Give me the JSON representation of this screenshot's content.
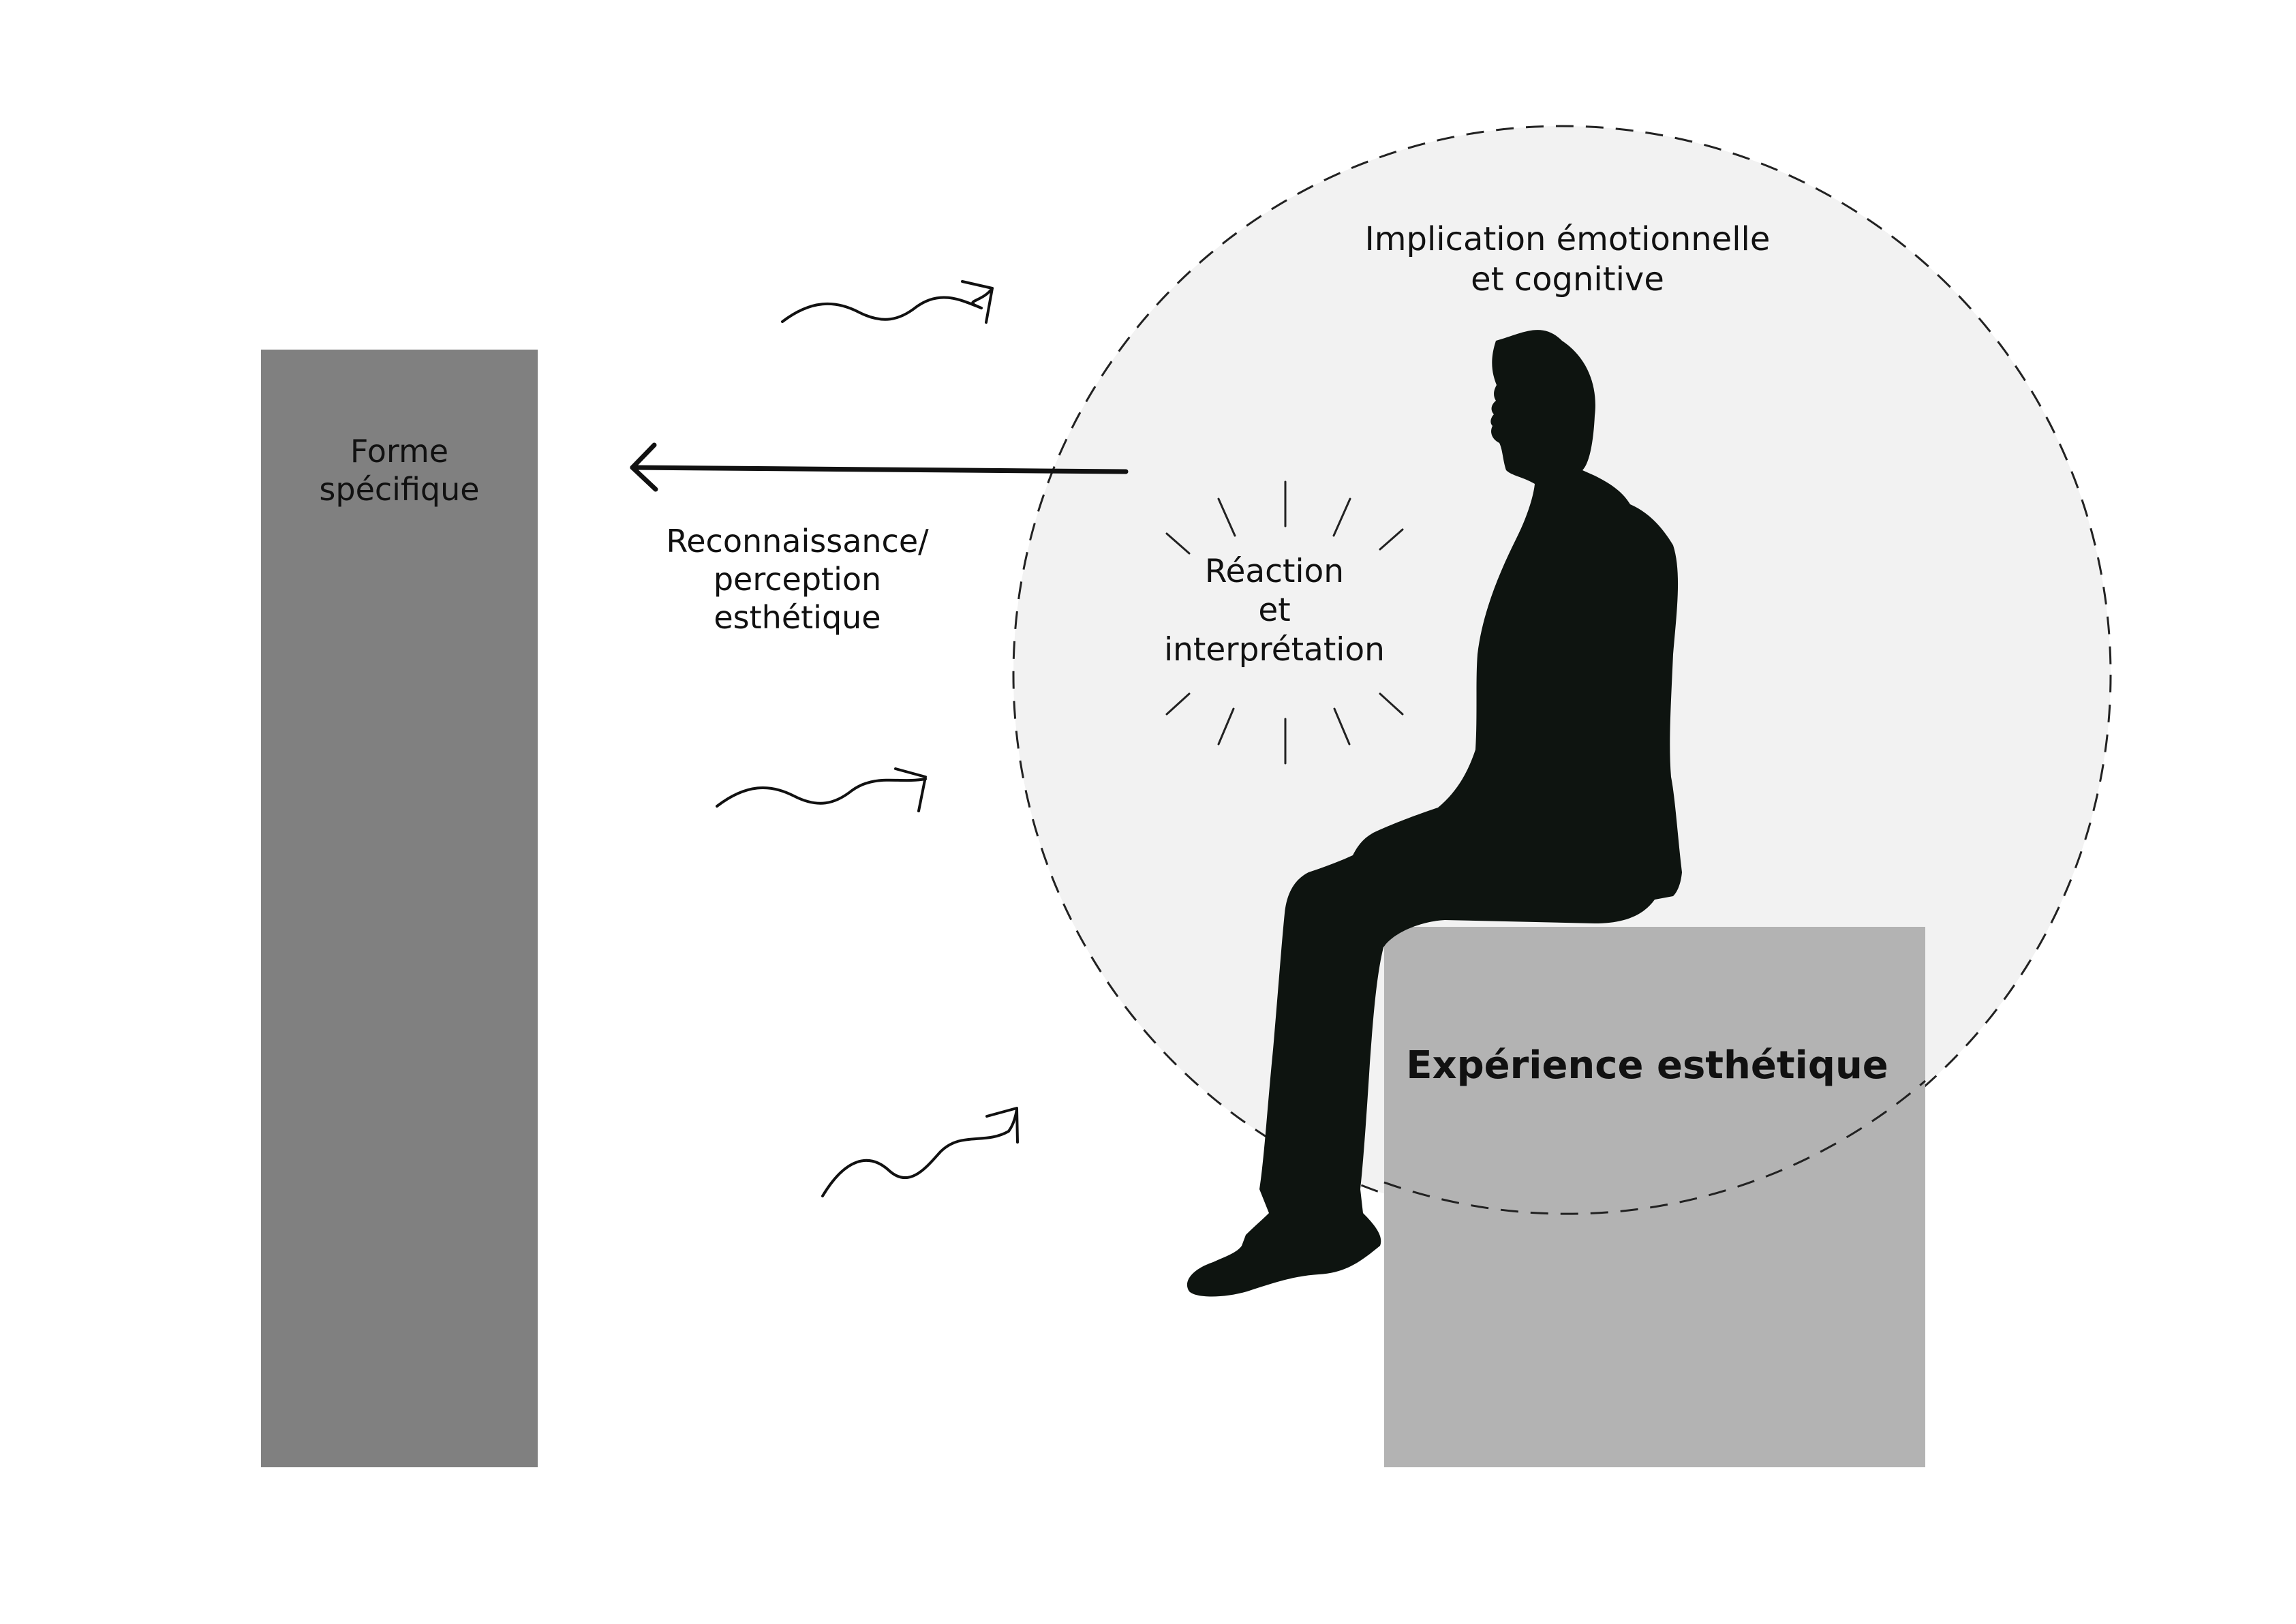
{
  "colors": {
    "background": "#ffffff",
    "forme_block": "#808080",
    "experience_block": "#b3b3b3",
    "circle_fill": "#f2f2f2",
    "circle_stroke": "#222222",
    "silhouette": "#0e1410",
    "text": "#111111"
  },
  "labels": {
    "forme": [
      "Forme",
      "spécifique"
    ],
    "reconnaissance": [
      "Reconnaissance/",
      "perception",
      "esthétique"
    ],
    "reaction": [
      "Réaction",
      "et",
      "interprétation"
    ],
    "implication": [
      "Implication émotionnelle",
      "et cognitive"
    ],
    "experience": "Expérience esthétique"
  },
  "icons": {
    "arrow": "arrow-left-icon",
    "waves": "wavy-arrow-icon",
    "burst": "burst-rays-icon",
    "person": "seated-person-silhouette-icon"
  }
}
